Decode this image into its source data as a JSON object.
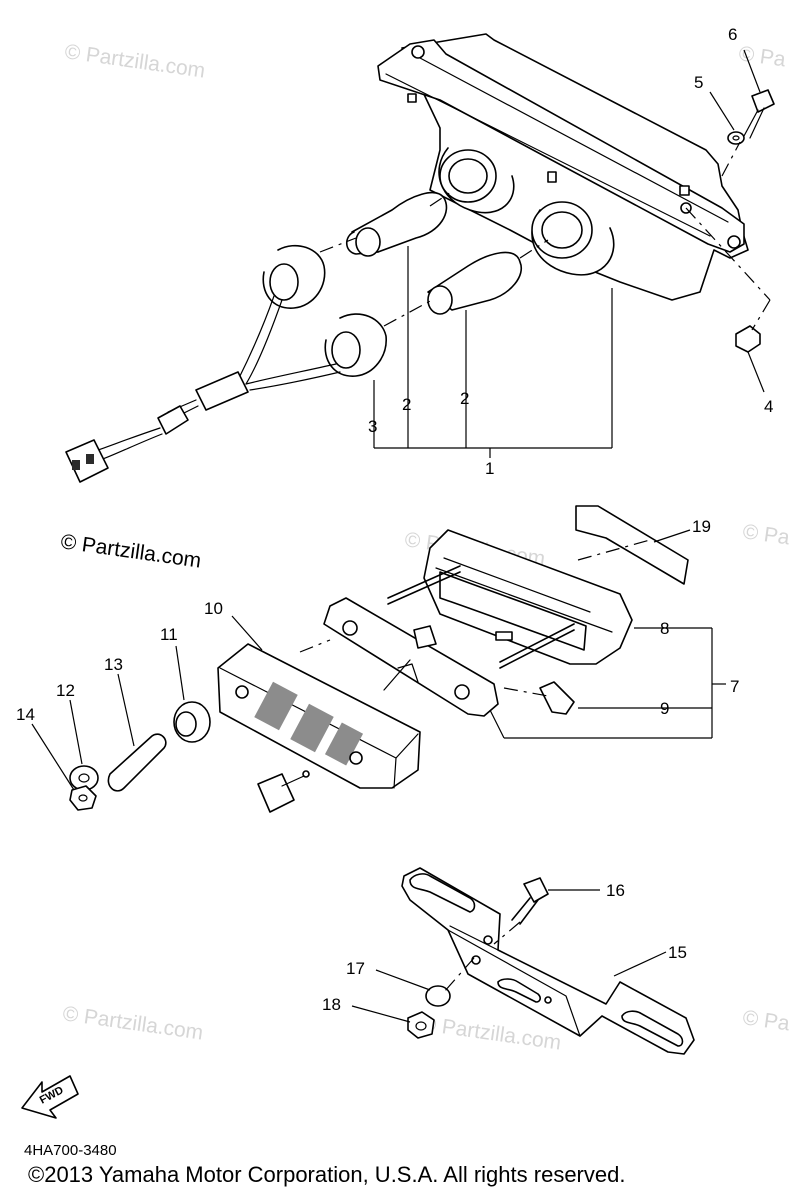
{
  "watermark": {
    "text": "© Partzilla.com",
    "partial": "© Pa",
    "center": "Partzilla.com"
  },
  "callouts": [
    "1",
    "2",
    "3",
    "4",
    "5",
    "6",
    "7",
    "8",
    "9",
    "10",
    "11",
    "12",
    "13",
    "14",
    "15",
    "16",
    "17",
    "18",
    "19"
  ],
  "fwd_arrow": {
    "label": "FWD"
  },
  "drawing_code": "4HA700-3480",
  "copyright": "©2013  Yamaha Motor Corporation, U.S.A. All rights reserved."
}
